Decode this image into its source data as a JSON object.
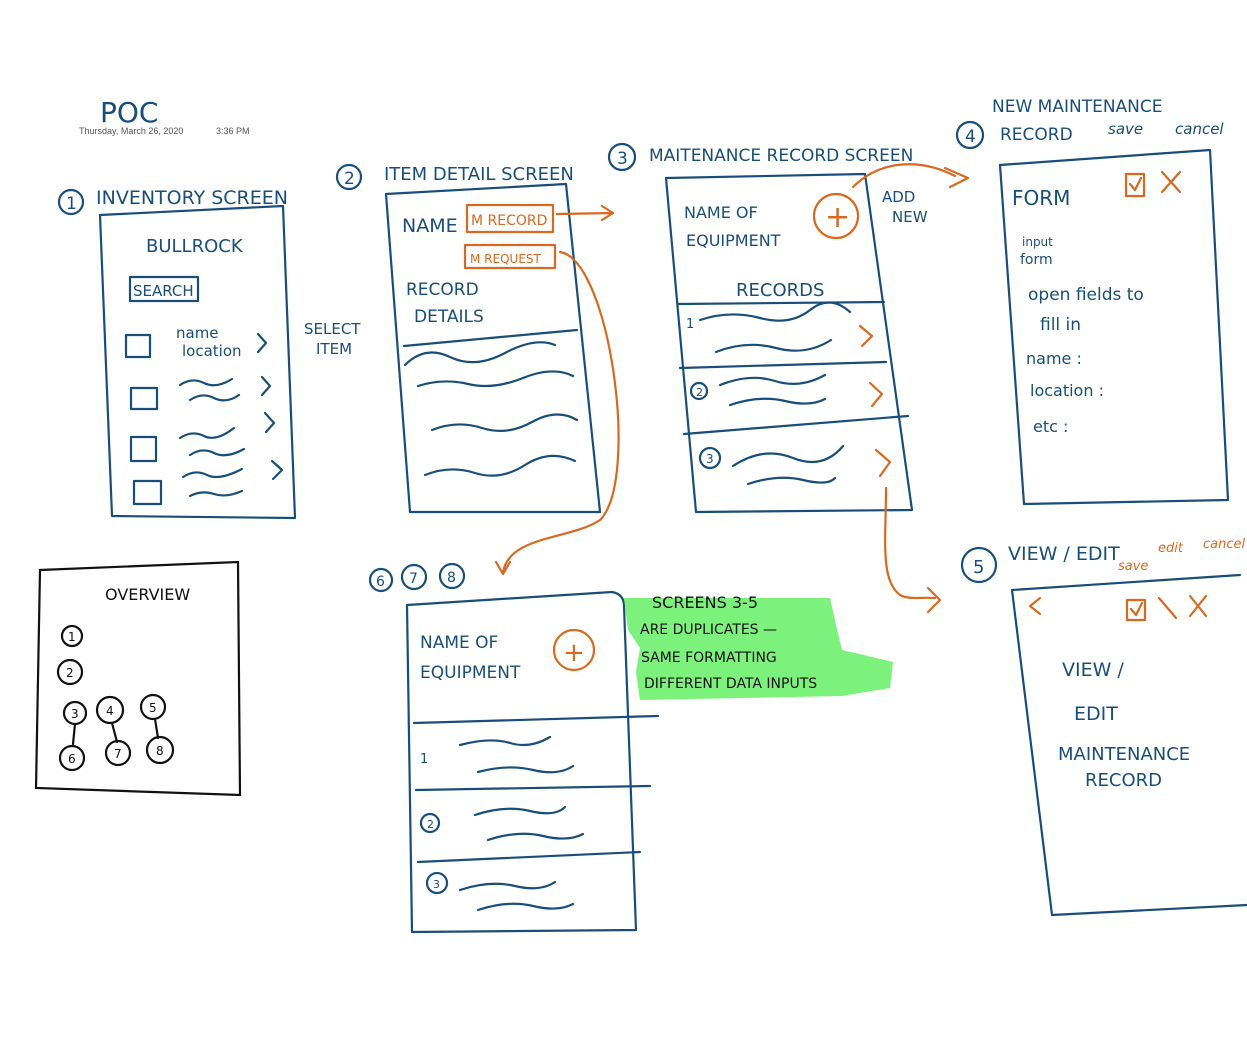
{
  "header": {
    "title": "POC",
    "date": "Thursday, March 26, 2020",
    "time": "3:36 PM"
  },
  "screen1": {
    "number": "1",
    "title": "INVENTORY SCREEN",
    "app_name": "BULLROCK",
    "search_label": "SEARCH",
    "item_name": "name",
    "item_location": "location",
    "note": [
      "SELECT",
      "ITEM"
    ]
  },
  "screen2": {
    "number": "2",
    "title": "ITEM DETAIL SCREEN",
    "name_label": "NAME",
    "m_record": "M RECORD",
    "m_request": "M REQUEST",
    "details": [
      "RECORD",
      "DETAILS"
    ]
  },
  "screen3": {
    "number": "3",
    "title": "MAITENANCE RECORD SCREEN",
    "equipment": [
      "NAME OF",
      "EQUIPMENT"
    ],
    "add_icon": "plus-icon",
    "records_label": "RECORDS",
    "note": [
      "ADD",
      "NEW"
    ],
    "rows": [
      "1",
      "2",
      "3"
    ]
  },
  "screen4": {
    "number": "4",
    "title": [
      "NEW MAINTENANCE",
      "RECORD"
    ],
    "save": "save",
    "cancel": "cancel",
    "form_label": "FORM",
    "input_note": [
      "input",
      "form"
    ],
    "body": [
      "open fields to",
      "fill in",
      "name :",
      "location :",
      "etc :"
    ]
  },
  "screen5": {
    "number": "5",
    "title": "VIEW / EDIT",
    "save": "save",
    "edit": "edit",
    "cancel": "cancel",
    "body": [
      "VIEW /",
      "EDIT",
      "MAINTENANCE",
      "RECORD"
    ]
  },
  "screen678": {
    "numbers": [
      "6",
      "7",
      "8"
    ],
    "equipment": [
      "NAME OF",
      "EQUIPMENT"
    ],
    "rows": [
      "1",
      "2",
      "3"
    ]
  },
  "note_box": {
    "lines": [
      "SCREENS 3-5",
      "ARE DUPLICATES —",
      "SAME FORMATTING",
      "DIFFERENT DATA INPUTS"
    ],
    "highlight": "#7cf27c"
  },
  "overview": {
    "title": "OVERVIEW",
    "nodes": [
      "1",
      "2",
      "3",
      "4",
      "5",
      "6",
      "7",
      "8"
    ]
  },
  "colors": {
    "ink": "#1a4e7a",
    "accent": "#d8691f"
  }
}
